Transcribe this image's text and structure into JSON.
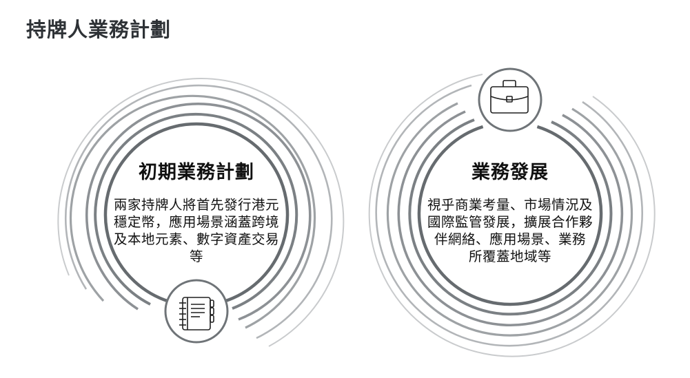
{
  "page": {
    "title": "持牌人業務計劃"
  },
  "colors": {
    "ring_inner": "#6f7478",
    "ring_mid": "#8a8f93",
    "ring_outer": "#c4c7c9",
    "icon_stroke": "#1f1f1f",
    "badge_border": "#6f7478"
  },
  "circles": [
    {
      "heading": "初期業務計劃",
      "body_lines": [
        "兩家持牌人將首先發行港元",
        "穩定幣，應用場景涵蓋跨境",
        "及本地元素、數字資產交易",
        "等"
      ],
      "icon": "notebook-icon",
      "icon_position": "bottom"
    },
    {
      "heading": "業務發展",
      "body_lines": [
        "視乎商業考量、市場情況及",
        "國際監管發展，擴展合作夥",
        "伴網絡、應用場景、業務",
        "所覆蓋地域等"
      ],
      "icon": "briefcase-icon",
      "icon_position": "top"
    }
  ]
}
